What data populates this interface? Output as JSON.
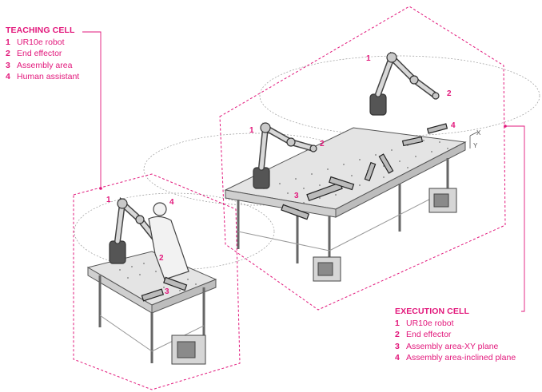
{
  "accent_color": "#e2177b",
  "teaching_cell": {
    "title": "TEACHING CELL",
    "items": [
      {
        "num": "1",
        "label": "UR10e robot"
      },
      {
        "num": "2",
        "label": "End effector"
      },
      {
        "num": "3",
        "label": "Assembly area"
      },
      {
        "num": "4",
        "label": "Human assistant"
      }
    ],
    "callouts": [
      "1",
      "2",
      "3",
      "4"
    ]
  },
  "execution_cell": {
    "title": "EXECUTION CELL",
    "items": [
      {
        "num": "1",
        "label": "UR10e robot"
      },
      {
        "num": "2",
        "label": "End effector"
      },
      {
        "num": "3",
        "label": "Assembly area-XY plane"
      },
      {
        "num": "4",
        "label": "Assembly area-inclined plane"
      }
    ],
    "callouts_robot_a": [
      "1",
      "2"
    ],
    "callouts_robot_b": [
      "1",
      "2"
    ],
    "callouts_areas": [
      "3",
      "4"
    ]
  },
  "axis_labels": [
    "X",
    "Y"
  ]
}
